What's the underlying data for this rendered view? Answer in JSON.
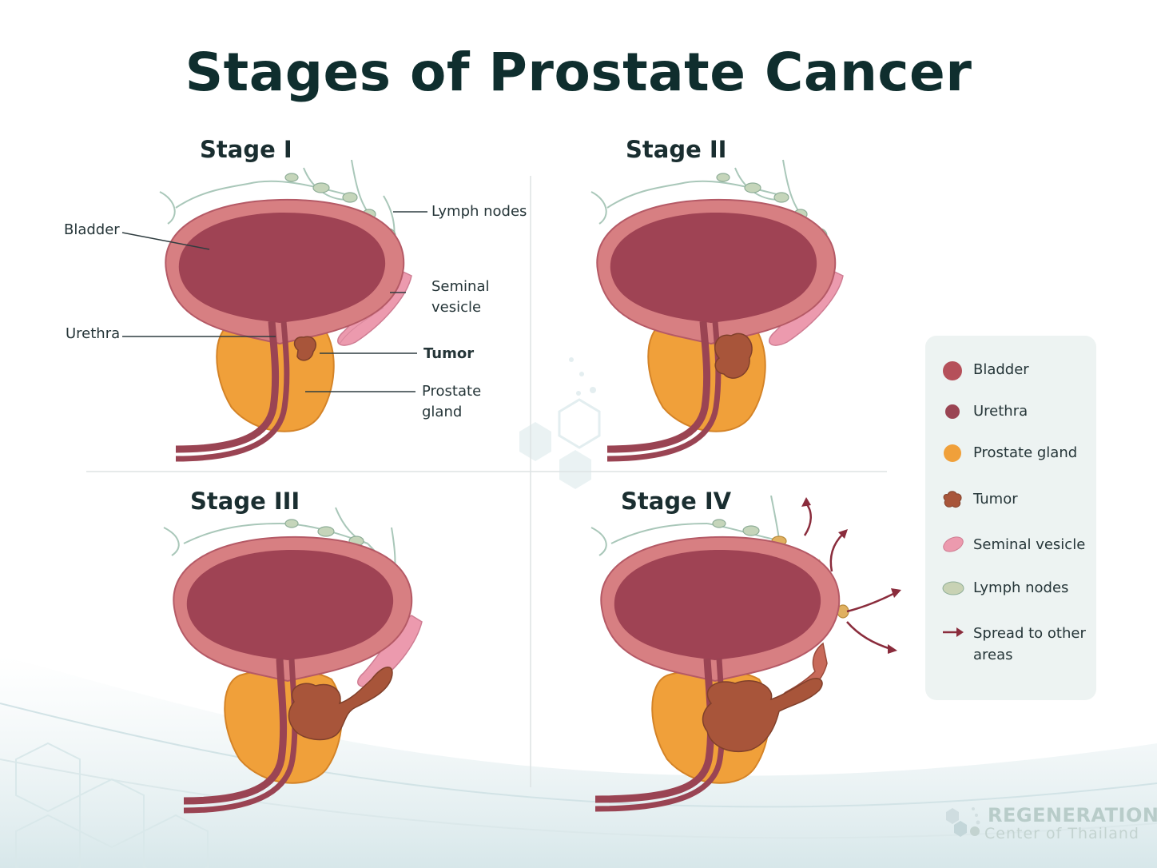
{
  "title": "Stages of Prostate Cancer",
  "stages": [
    {
      "label": "Stage I"
    },
    {
      "label": "Stage II"
    },
    {
      "label": "Stage III"
    },
    {
      "label": "Stage IV"
    }
  ],
  "callouts": {
    "bladder": "Bladder",
    "urethra": "Urethra",
    "lymph_nodes": "Lymph nodes",
    "seminal_line1": "Seminal",
    "seminal_line2": "vesicle",
    "tumor": "Tumor",
    "prostate_line1": "Prostate",
    "prostate_line2": "gland"
  },
  "legend": {
    "items": [
      {
        "label": "Bladder",
        "color": "#b5505a"
      },
      {
        "label": "Urethra",
        "color": "#9a4453"
      },
      {
        "label": "Prostate gland",
        "color": "#f0a03a"
      },
      {
        "label": "Tumor",
        "color": "#a8553a"
      },
      {
        "label": "Seminal vesicle",
        "color": "#ec9aae"
      },
      {
        "label": "Lymph nodes",
        "color": "#c8d2b4"
      },
      {
        "label": "Spread to other areas",
        "color": "#8a2c3c"
      }
    ]
  },
  "logo": {
    "line1": "REGENERATION",
    "line2": "Center of Thailand"
  }
}
